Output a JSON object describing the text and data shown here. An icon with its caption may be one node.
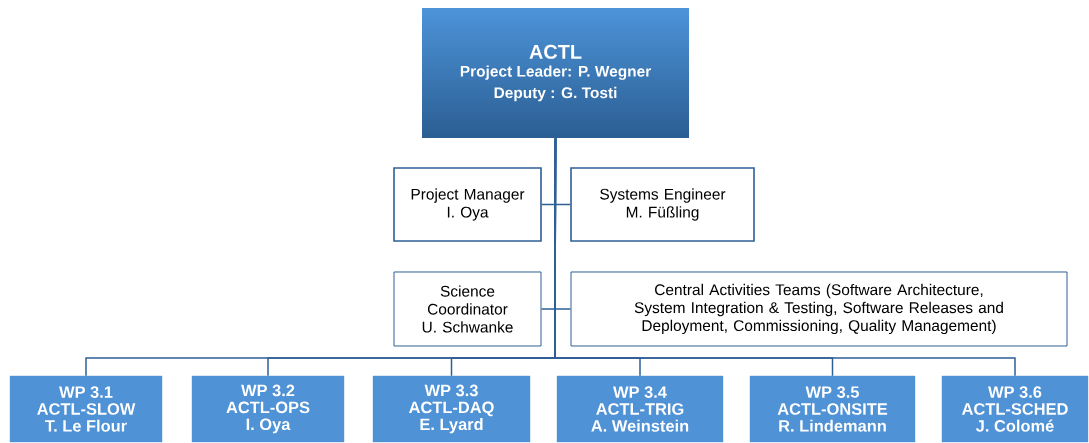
{
  "diagram": {
    "nodes": [
      {
        "text": [
          "ACTL",
          "Project Leader: P. Wegner",
          "Deputy : G. Tosti"
        ]
      },
      {
        "text": [
          "Project Manager",
          "I. Oya"
        ]
      },
      {
        "text": [
          "Systems Engineer",
          "M. Füßling"
        ]
      },
      {
        "text": [
          "Science Coordinator",
          "U. Schwanke"
        ]
      },
      {
        "text": [
          "Central Activities Teams (Software Architecture, System Integration & Testing, Software Releases and Deployment, Commissioning, Quality Management)"
        ]
      },
      {
        "text": [
          "WP 3.1",
          "ACTL-SLOW",
          "T. Le Flour"
        ]
      },
      {
        "text": [
          "WP 3.2",
          "ACTL-OPS",
          "I. Oya"
        ]
      },
      {
        "text": [
          "WP 3.3",
          "ACTL-DAQ",
          "E. Lyard"
        ]
      },
      {
        "text": [
          "WP 3.4",
          "ACTL-TRIG",
          "A. Weinstein"
        ]
      },
      {
        "text": [
          "WP 3.5",
          "ACTL-ONSITE",
          "R. Lindemann"
        ]
      },
      {
        "text": [
          "WP 3.6",
          "ACTL-SCHED",
          "J. Colomé"
        ]
      }
    ],
    "edges": [
      {
        "from": 0,
        "to": 1,
        "arrow": "none"
      },
      {
        "from": 0,
        "to": 2,
        "arrow": "none"
      },
      {
        "from": 0,
        "to": 3,
        "arrow": "none"
      },
      {
        "from": 0,
        "to": 4,
        "arrow": "none"
      },
      {
        "from": 0,
        "to": 5,
        "arrow": "none"
      },
      {
        "from": 0,
        "to": 6,
        "arrow": "none"
      },
      {
        "from": 0,
        "to": 7,
        "arrow": "none"
      },
      {
        "from": 0,
        "to": 8,
        "arrow": "none"
      },
      {
        "from": 0,
        "to": 9,
        "arrow": "none"
      },
      {
        "from": 0,
        "to": 10,
        "arrow": "none"
      }
    ]
  }
}
